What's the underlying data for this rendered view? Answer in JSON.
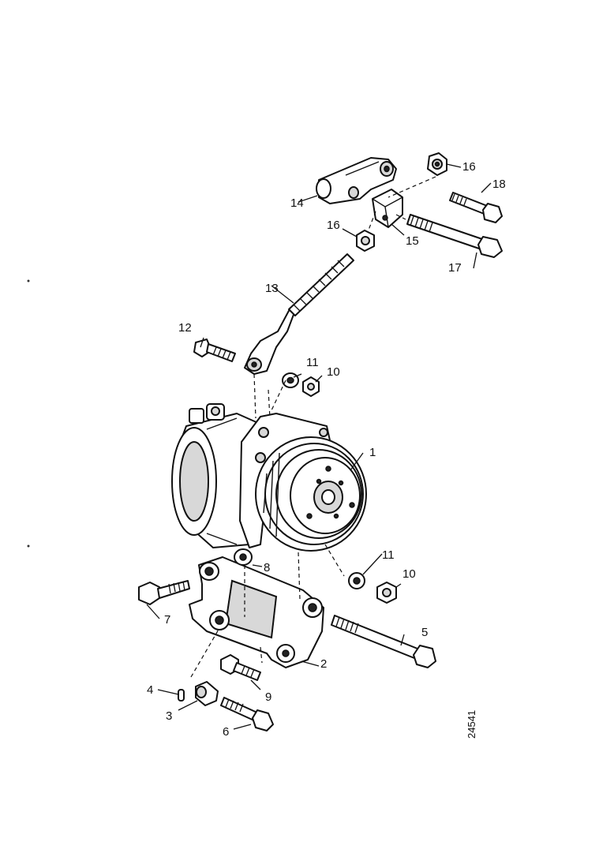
{
  "diagram": {
    "reference_code": "24541",
    "labels": [
      {
        "id": "1",
        "text": "1"
      },
      {
        "id": "2",
        "text": "2"
      },
      {
        "id": "3",
        "text": "3"
      },
      {
        "id": "4",
        "text": "4"
      },
      {
        "id": "5",
        "text": "5"
      },
      {
        "id": "6",
        "text": "6"
      },
      {
        "id": "7",
        "text": "7"
      },
      {
        "id": "8",
        "text": "8"
      },
      {
        "id": "9",
        "text": "9"
      },
      {
        "id": "10a",
        "text": "10"
      },
      {
        "id": "10b",
        "text": "10"
      },
      {
        "id": "11a",
        "text": "11"
      },
      {
        "id": "11b",
        "text": "11"
      },
      {
        "id": "12",
        "text": "12"
      },
      {
        "id": "13",
        "text": "13"
      },
      {
        "id": "14",
        "text": "14"
      },
      {
        "id": "15",
        "text": "15"
      },
      {
        "id": "16a",
        "text": "16"
      },
      {
        "id": "16b",
        "text": "16"
      },
      {
        "id": "17",
        "text": "17"
      },
      {
        "id": "18",
        "text": "18"
      }
    ]
  }
}
